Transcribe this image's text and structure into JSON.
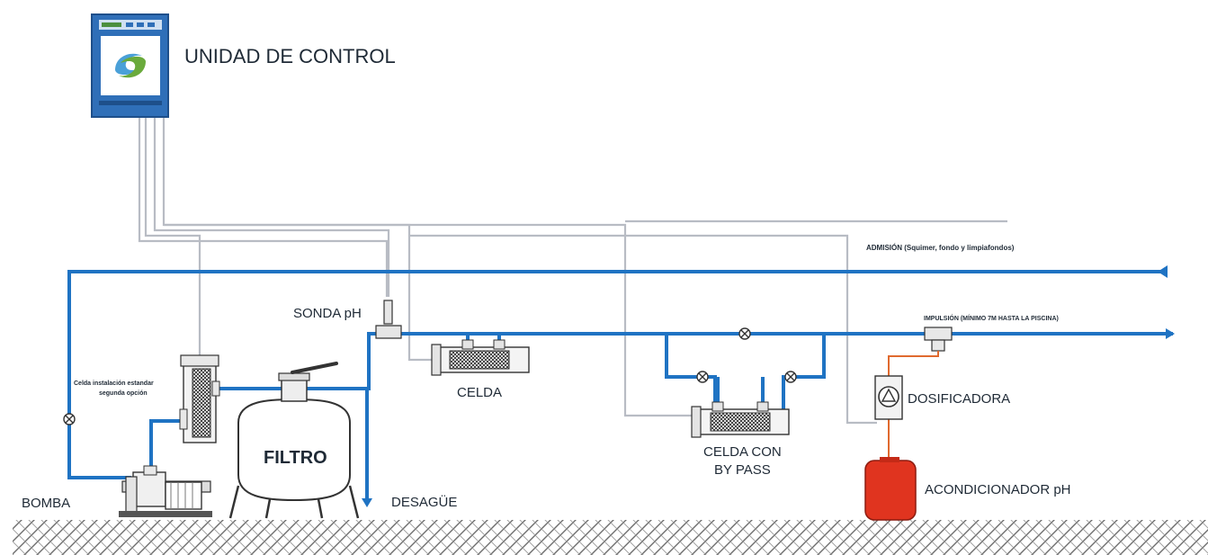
{
  "labels": {
    "control_unit": "UNIDAD DE CONTROL",
    "admission": "ADMISIÓN (Squimer, fondo y limpiafondos)",
    "impulsion": "IMPULSIÓN (MÍNIMO 7M HASTA LA PISCINA)",
    "ph_probe": "SONDA pH",
    "cell_standard_line1": "Celda instalación estandar",
    "cell_standard_line2": "segunda opción",
    "cell": "CELDA",
    "cell_bypass_line1": "CELDA CON",
    "cell_bypass_line2": "BY PASS",
    "dosing": "DOSIFICADORA",
    "filter": "FILTRO",
    "drain": "DESAGÜE",
    "pump": "BOMBA",
    "ph_conditioner": "ACONDICIONADOR pH"
  },
  "colors": {
    "water_pipe": "#1f73c3",
    "signal_cable": "#b8bcc4",
    "ph_hose": "#e06a2e",
    "tank": "#e0341f",
    "control_unit": "#2f6fb8",
    "ground": "#7a7a7a"
  },
  "icons": {
    "control_logo": "swirl-logo-icon",
    "valve": "valve-icon",
    "arrow": "flow-arrow-icon"
  }
}
